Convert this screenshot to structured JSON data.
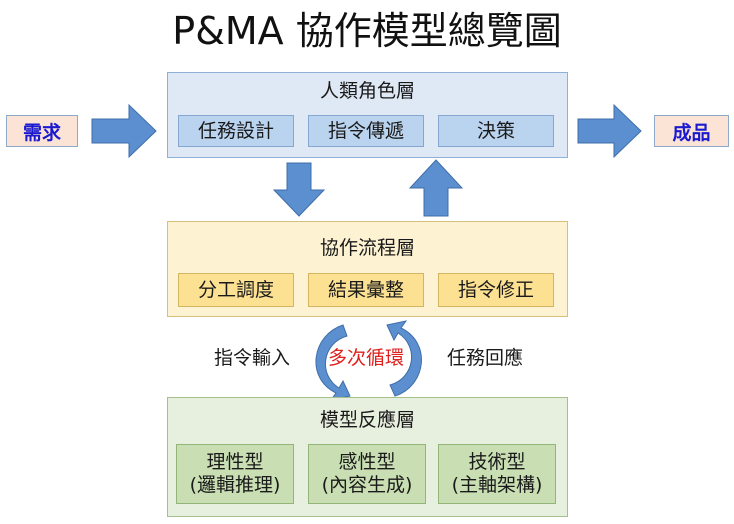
{
  "title": "P&MA 協作模型總覽圖",
  "input": "需求",
  "output": "成品",
  "layers": {
    "human": {
      "title": "人類角色層",
      "items": [
        "任務設計",
        "指令傳遞",
        "決策"
      ]
    },
    "collab": {
      "title": "協作流程層",
      "items": [
        "分工調度",
        "結果彙整",
        "指令修正"
      ]
    },
    "model": {
      "title": "模型反應層",
      "items": [
        {
          "name": "理性型",
          "detail": "(邏輯推理)"
        },
        {
          "name": "感性型",
          "detail": "(內容生成)"
        },
        {
          "name": "技術型",
          "detail": "(主軸架構)"
        }
      ]
    }
  },
  "loop": {
    "left": "指令輸入",
    "center": "多次循環",
    "right": "任務回應"
  },
  "colors": {
    "arrow": "#5b8fd0",
    "human_fill": "#dfe9f6",
    "collab_fill": "#fdf3d3",
    "model_fill": "#e7efdf",
    "io_fill": "#fbe3d6",
    "io_text": "#1a1ad0",
    "loop_text": "#e0201c"
  }
}
